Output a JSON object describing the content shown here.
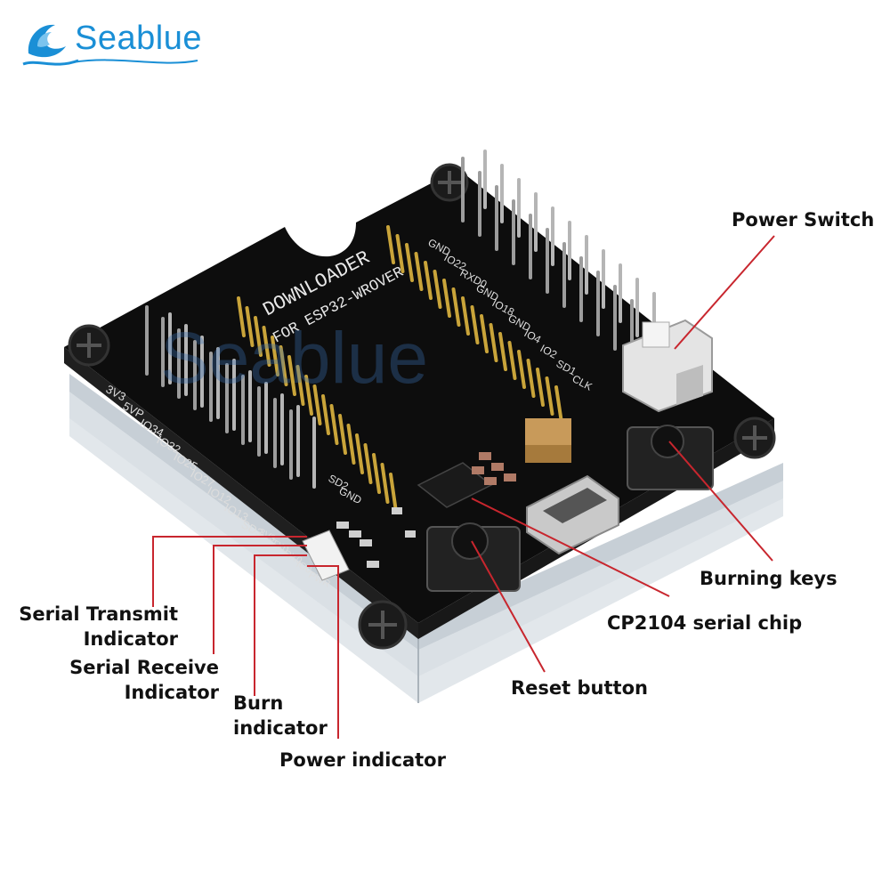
{
  "brand": {
    "logo_text": "Seablue",
    "watermark_text": "Seablue",
    "color": "#1a8fd6"
  },
  "board": {
    "title_line1": "DOWNLOADER",
    "title_line2": "FOR ESP32-WROVER",
    "pin_labels_left": [
      "3V3",
      "5VP",
      "IO34",
      "IO32",
      "IO25",
      "IO27",
      "IO12",
      "IO13",
      "SD3",
      "3V3",
      "TX0",
      "RX0",
      "IO0",
      "PWR"
    ],
    "pin_labels_right": [
      "GND",
      "IO22",
      "RXD0",
      "GND",
      "IO18",
      "GND",
      "IO4",
      "IO2",
      "SD1",
      "CLK"
    ],
    "pin_labels_mid": [
      "SD2",
      "GND"
    ]
  },
  "callouts": {
    "power_switch": "Power Switch",
    "burning_keys": "Burning keys",
    "cp2104": "CP2104 serial chip",
    "reset_button": "Reset button",
    "serial_tx_1": "Serial Transmit",
    "serial_tx_2": "Indicator",
    "serial_rx_1": "Serial Receive",
    "serial_rx_2": "Indicator",
    "burn_1": "Burn",
    "burn_2": "indicator",
    "power_indicator": "Power indicator"
  },
  "colors": {
    "pcb": "#0d0d0d",
    "acrylic": "#cfd6dc",
    "gold": "#c9a43a",
    "callout_line": "#c8262e"
  }
}
